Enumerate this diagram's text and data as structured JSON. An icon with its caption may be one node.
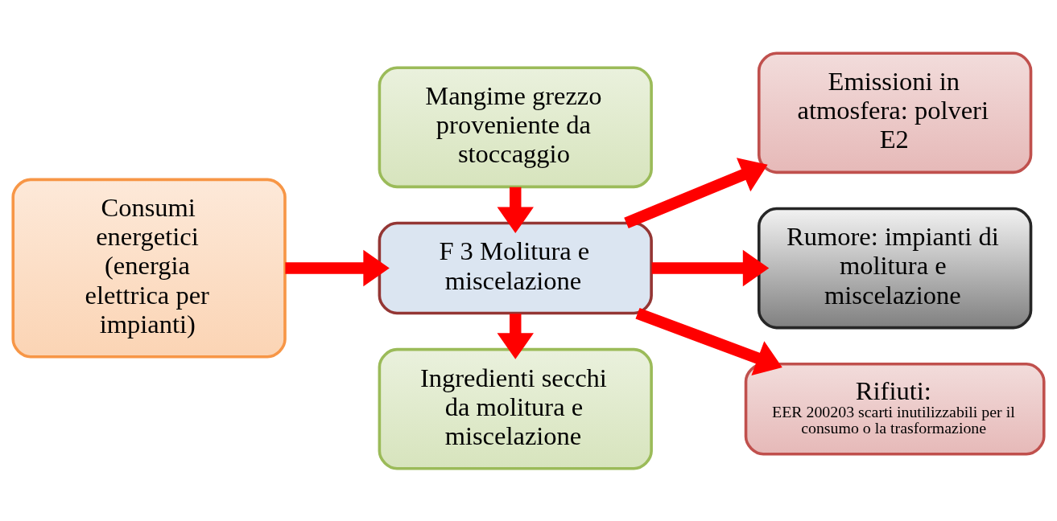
{
  "diagram": {
    "nodes": [
      {
        "text": [
          "Mangime grezzo proveniente da stoccaggio"
        ]
      },
      {
        "text": [
          "Consumi energetici (energia elettrica per impianti)"
        ]
      },
      {
        "text": [
          "F 3 Molitura e miscelazione"
        ]
      },
      {
        "text": [
          "Emissioni in atmosfera: polveri E2"
        ]
      },
      {
        "text": [
          "Rumore: impianti di molitura e miscelazione"
        ]
      },
      {
        "text": [
          "Ingredienti secchi da molitura e miscelazione"
        ]
      },
      {
        "text": [
          "Rifiuti:",
          "EER 200203 scarti inutilizzabili per il consumo o la trasformazione"
        ]
      }
    ],
    "edges": [
      {
        "from": 0,
        "to": 2,
        "arrow": "to"
      },
      {
        "from": 1,
        "to": 2,
        "arrow": "to"
      },
      {
        "from": 2,
        "to": 3,
        "arrow": "to"
      },
      {
        "from": 2,
        "to": 4,
        "arrow": "to"
      },
      {
        "from": 2,
        "to": 6,
        "arrow": "to"
      },
      {
        "from": 2,
        "to": 5,
        "arrow": "to"
      }
    ]
  }
}
